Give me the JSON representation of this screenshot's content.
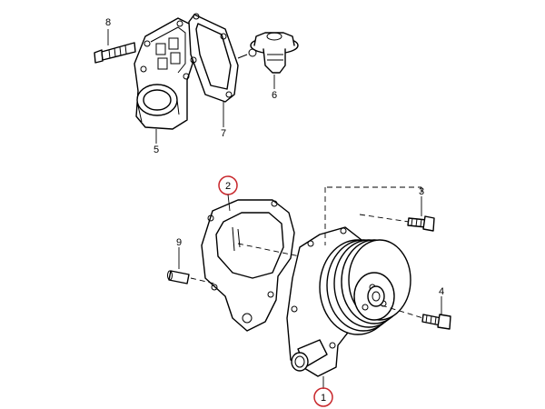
{
  "callouts": {
    "c1": "1",
    "c2": "2",
    "c3": "3",
    "c4": "4",
    "c5": "5",
    "c6": "6",
    "c7": "7",
    "c8": "8",
    "c9": "9"
  },
  "highlighted_callouts": [
    "1",
    "2"
  ],
  "colors": {
    "highlight_ring": "#c8262b",
    "line": "#000000",
    "background": "#ffffff"
  }
}
